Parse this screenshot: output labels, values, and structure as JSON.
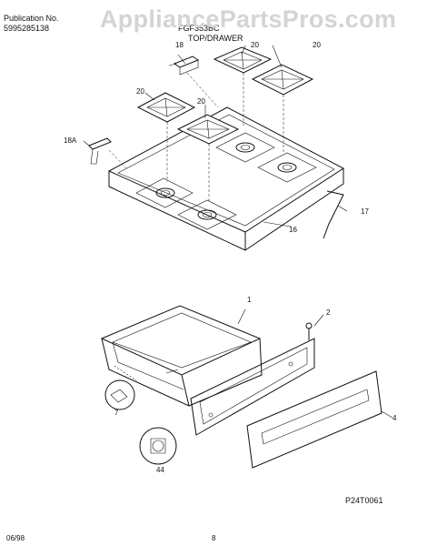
{
  "header": {
    "publication_label": "Publication No.",
    "publication_number": "5995285138",
    "model_number": "FGF353BC",
    "section_title": "TOP/DRAWER",
    "watermark": "AppliancePartsPros.com"
  },
  "top_callouts": [
    "18",
    "20",
    "20",
    "20",
    "20",
    "18A",
    "17",
    "16"
  ],
  "drawer_callouts": [
    "1",
    "2",
    "4",
    "7",
    "44"
  ],
  "footer": {
    "diagram_code": "P24T0061",
    "date": "06/98",
    "page": "8"
  }
}
